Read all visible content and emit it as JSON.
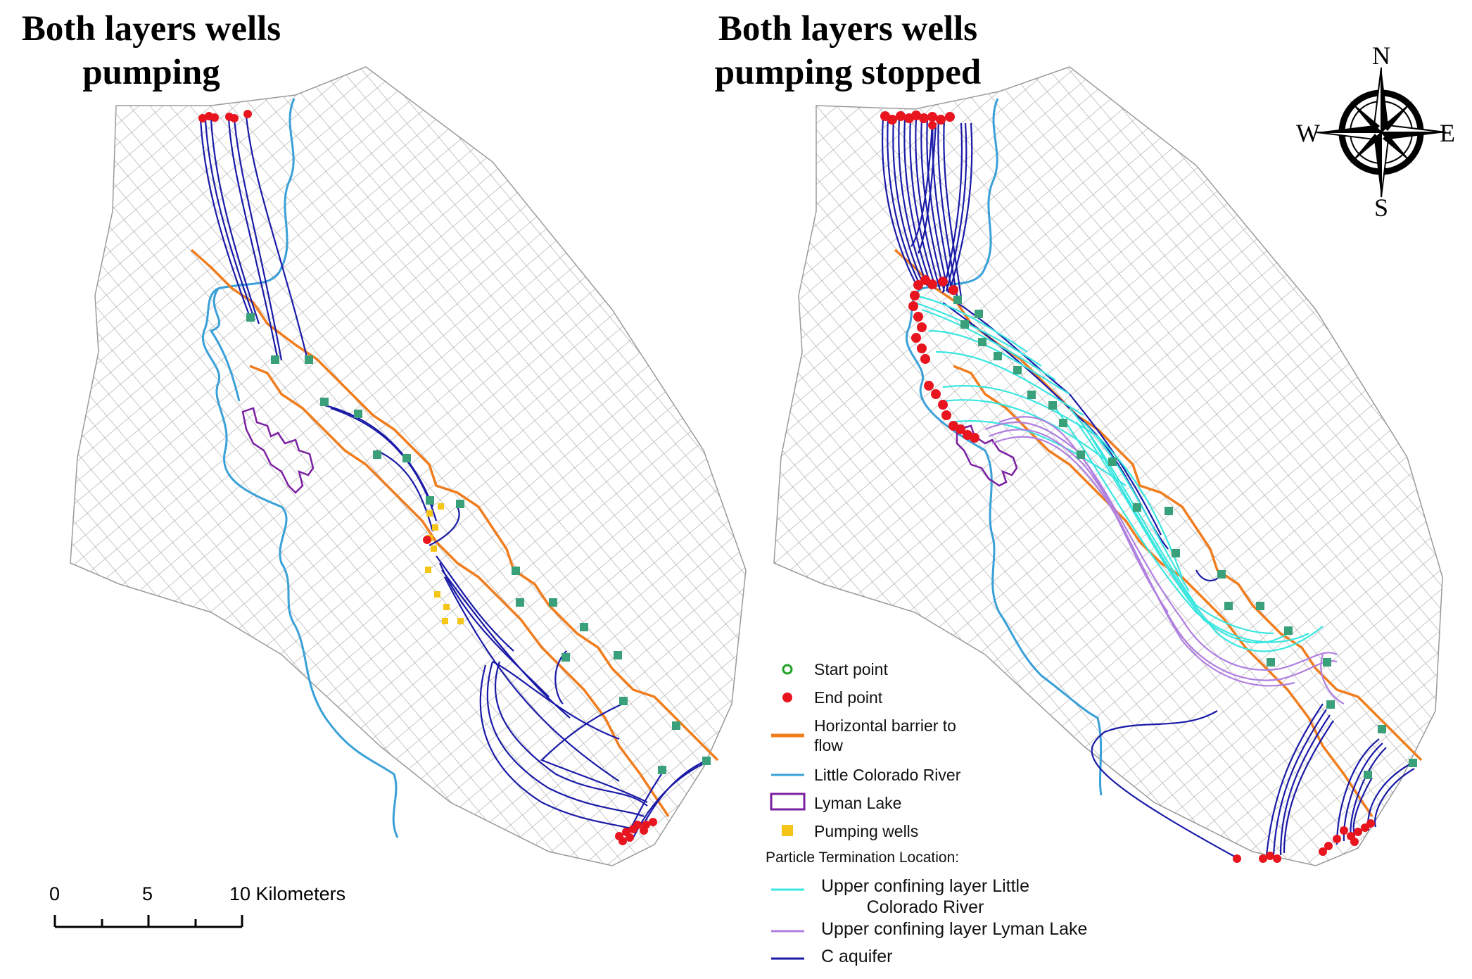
{
  "panels": [
    {
      "title_line1": "Both layers wells",
      "title_line2": "pumping"
    },
    {
      "title_line1": "Both layers wells",
      "title_line2": "pumping stopped"
    }
  ],
  "legend": {
    "items": [
      {
        "symbol": "start-point",
        "label": "Start point",
        "color": "#22a22a"
      },
      {
        "symbol": "end-point",
        "label": "End point",
        "color": "#e8141e"
      },
      {
        "symbol": "barrier",
        "label_line1": "Horizontal barrier to",
        "label_line2": "flow",
        "color": "#f07d1e"
      },
      {
        "symbol": "river",
        "label": "Little Colorado River",
        "color": "#3aa0d8"
      },
      {
        "symbol": "lake",
        "label": "Lyman Lake",
        "color": "#7b1fa2"
      },
      {
        "symbol": "pumping-well",
        "label": "Pumping wells",
        "color": "#f5c518"
      }
    ],
    "termination_heading": "Particle Termination Location:",
    "termination_items": [
      {
        "label_line1": "Upper confining layer Little",
        "label_line2": "Colorado River",
        "color": "#39e6e0"
      },
      {
        "label": "Upper confining layer Lyman Lake",
        "color": "#b07fe0"
      },
      {
        "label": "C aquifer",
        "color": "#1a1aa8"
      }
    ]
  },
  "scale_bar": {
    "ticks": [
      "0",
      "5",
      "10 Kilometers"
    ]
  },
  "compass": {
    "north": "N",
    "south": "S",
    "east": "E",
    "west": "W"
  },
  "colors": {
    "grid": "#a8a8a8",
    "path_blue": "#1a1aa8",
    "well_marker": "#3aa07a"
  }
}
